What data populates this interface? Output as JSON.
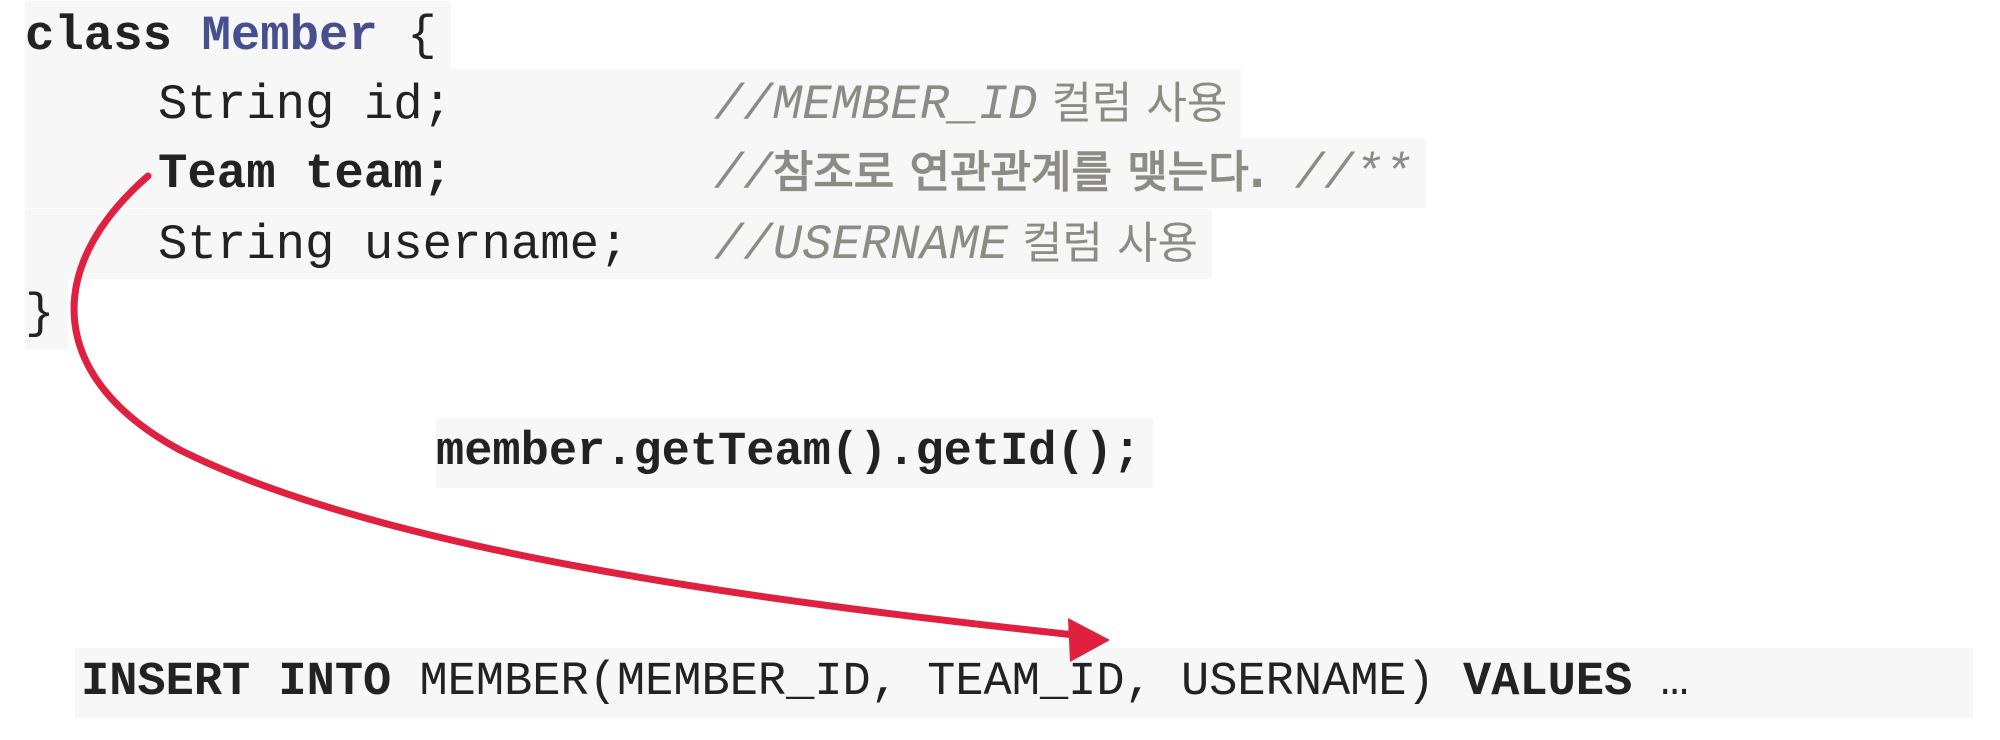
{
  "code": {
    "class_kw": "class",
    "class_name": "Member",
    "open_brace": " {",
    "close_brace": "}",
    "fields": [
      {
        "decl": "String id;",
        "comment_code": "//MEMBER_ID",
        "comment_text": " 컬럼 사용"
      },
      {
        "decl": "Team team;",
        "comment_code": "//",
        "comment_text": "참조로 연관관계를 맺는다.",
        "comment_tail": " //**"
      },
      {
        "decl": "String username;",
        "comment_code": "//USERNAME",
        "comment_text": " 컬럼 사용"
      }
    ]
  },
  "call": "member.getTeam().getId();",
  "sql": {
    "insert_kw": "INSERT INTO",
    "body": " MEMBER(MEMBER_ID, TEAM_ID, USERNAME) ",
    "values_kw": "VALUES",
    "tail": " …"
  },
  "arrow": {
    "color": "#e0203f"
  }
}
